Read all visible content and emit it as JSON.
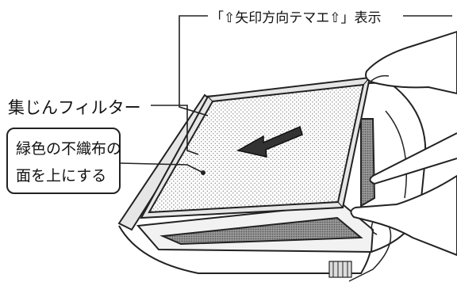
{
  "labels": {
    "top_indicator": "「⇧矢印方向テマエ⇧」表示",
    "dust_filter": "集じんフィルター",
    "callout_line_1": "緑色の不織布の",
    "callout_line_2": "面を上にする"
  },
  "colors": {
    "line": "#222222",
    "filter_dots": "#9a9a9a",
    "frame_fill": "#e6e6e6",
    "dark_mesh": "#7a7a7a"
  },
  "icons": {
    "arrow": "left-arrow-icon",
    "indicator_arrow": "up-arrow-icon"
  }
}
